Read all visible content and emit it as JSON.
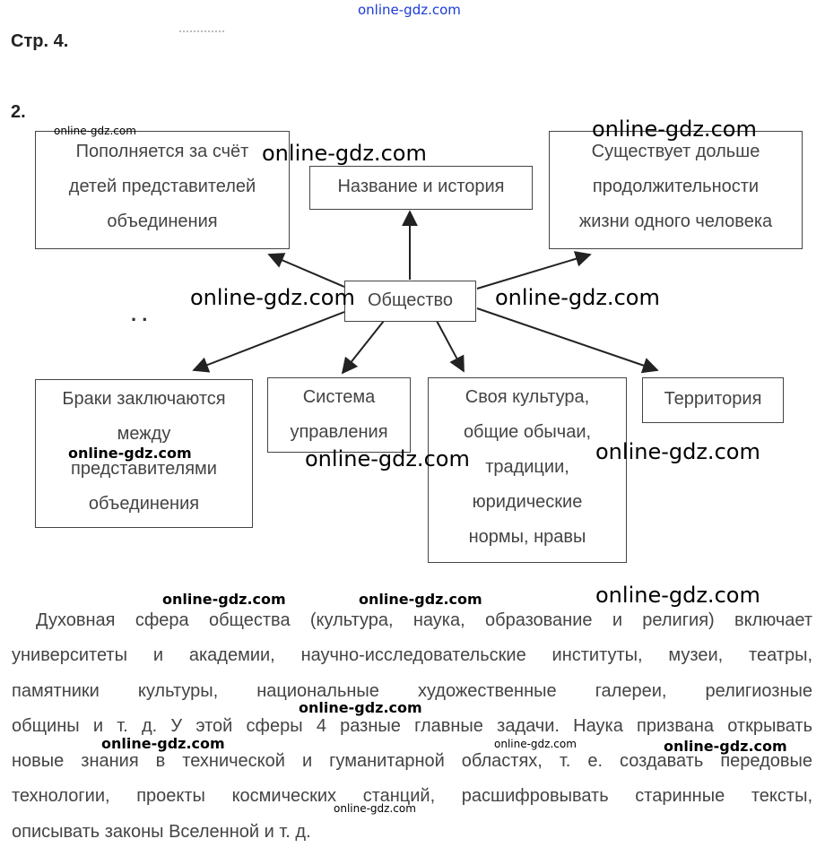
{
  "header": {
    "page_label": "Стр. 4.",
    "task_number": "2."
  },
  "diagram": {
    "center": "Общество",
    "top_left": [
      "Пополняется за счёт",
      "детей представителей",
      "объединения"
    ],
    "top_center": "Название и история",
    "top_right": [
      "Существует дольше",
      "продолжительности",
      "жизни одного человека"
    ],
    "bottom_left": [
      "Браки заключаются",
      "между",
      "представителями",
      "объединения"
    ],
    "bottom_mid_left": [
      "Система",
      "управления"
    ],
    "bottom_mid_right": [
      "Своя культура,",
      "общие обычаи,",
      "традиции,",
      "юридические",
      "нормы, нравы"
    ],
    "bottom_right": "Территория",
    "dots": ". ."
  },
  "paragraph": {
    "lines": [
      "Духовная сфера общества (культура, наука, образование и религия) включает",
      "университеты и академии, научно-исследовательские институты, музеи, театры,",
      "памятники культуры, национальные художественные галереи, религиозные",
      "общины и т. д. У этой сферы 4 разные главные задачи. Наука призвана открывать",
      "новые знания в технической и гуманитарной областях, т. е. создавать передовые",
      "технологии, проекты космических станций, расшифровывать старинные тексты,",
      "описывать законы Вселенной и т. д."
    ]
  },
  "watermark": "online-gdz.com",
  "colors": {
    "watermark_top": "#1a3bd6",
    "text": "#444444"
  }
}
